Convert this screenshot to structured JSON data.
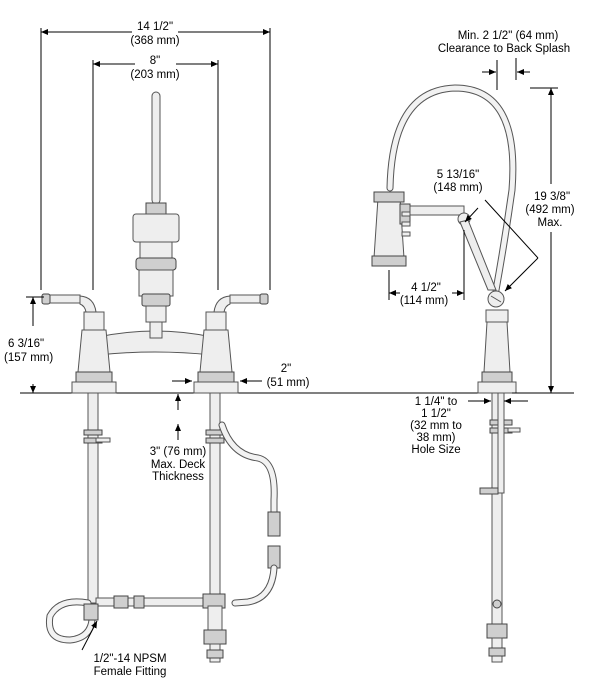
{
  "dimensions": {
    "overall_width": [
      "14 1/2\"",
      "(368 mm)"
    ],
    "center_spacing": [
      "8\"",
      "(203 mm)"
    ],
    "base_height": [
      "6 3/16\"",
      "(157 mm)"
    ],
    "base_diameter": [
      "2\"",
      "(51 mm)"
    ],
    "deck_thickness": [
      "3\" (76 mm)",
      "Max. Deck",
      "Thickness"
    ],
    "fitting": [
      "1/2\"-14 NPSM",
      "Female Fitting"
    ],
    "backsplash": [
      "Min. 2 1/2\" (64 mm)",
      "Clearance to Back Splash"
    ],
    "total_height": [
      "19 3/8\"",
      "(492 mm)",
      "Max."
    ],
    "arm_reach": [
      "5 13/16\"",
      "(148 mm)"
    ],
    "spray_reach": [
      "4 1/2\"",
      "(114 mm)"
    ],
    "hole_size": [
      "1 1/4\" to",
      "1 1/2\"",
      "(32 mm to",
      "38 mm)",
      "Hole Size"
    ]
  },
  "views": [
    "front-view",
    "side-view"
  ]
}
